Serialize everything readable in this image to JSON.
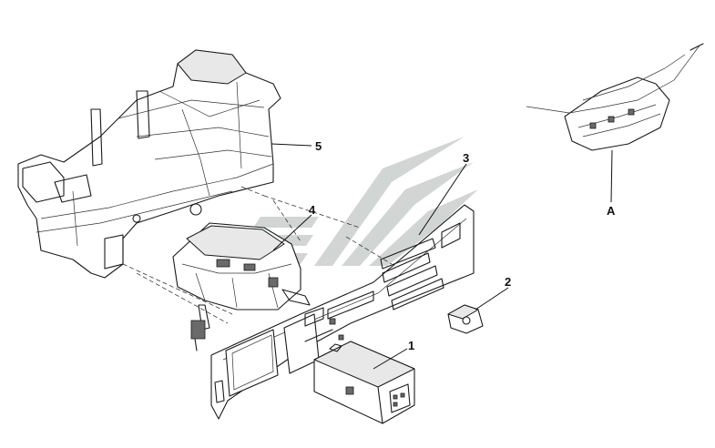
{
  "callouts": [
    {
      "id": "1",
      "text": "1"
    },
    {
      "id": "2",
      "text": "2"
    },
    {
      "id": "3",
      "text": "3"
    },
    {
      "id": "4",
      "text": "4"
    },
    {
      "id": "5",
      "text": "5"
    },
    {
      "id": "A",
      "text": "A"
    }
  ],
  "colors": {
    "line": "#1a1a1a",
    "watermark": "#c9cfcd",
    "background": "#ffffff"
  }
}
